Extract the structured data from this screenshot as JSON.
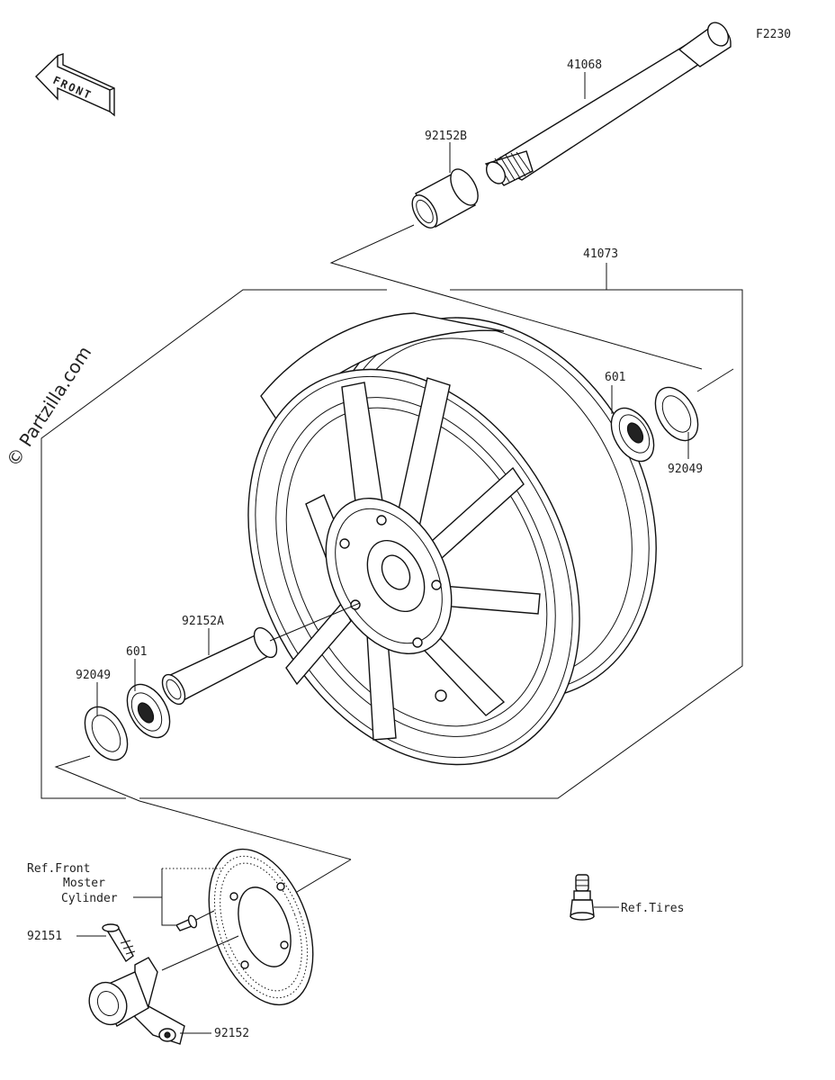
{
  "diagram_code": "F2230",
  "front_arrow_label": "FRONT",
  "watermark": "© Partzilla.com",
  "parts": {
    "axle": "41068",
    "collar_b": "92152B",
    "wheel": "41073",
    "bearing_right": "601",
    "seal_right": "92049",
    "collar_a": "92152A",
    "bearing_left": "601",
    "seal_left": "92049",
    "bolt": "92151",
    "sensor_bracket": "92152"
  },
  "refs": {
    "master_cylinder_line1": "Ref.Front",
    "master_cylinder_line2": "Moster",
    "master_cylinder_line3": "Cylinder",
    "tires": "Ref.Tires"
  }
}
